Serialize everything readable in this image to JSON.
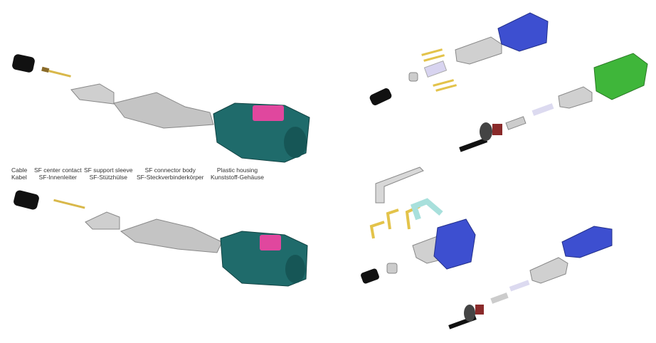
{
  "labels": [
    {
      "en": "Cable",
      "de": "Kabel"
    },
    {
      "en": "SF center contact",
      "de": "SF-Innenleiter"
    },
    {
      "en": "SF support sleeve",
      "de": "SF-Stützhülse"
    },
    {
      "en": "SF connector body",
      "de": "SF-Steckverbinderkörper"
    },
    {
      "en": "Plastic housing",
      "de": "Kunststoff-Gehäuse"
    }
  ],
  "colors": {
    "teal_housing": "#1f6b6b",
    "pink_latch": "#e0479e",
    "blue_housing": "#3d4fd0",
    "green_housing": "#3fb63a",
    "metal": "#c8c8c8",
    "gold": "#e3c34a",
    "cable": "#111111"
  }
}
